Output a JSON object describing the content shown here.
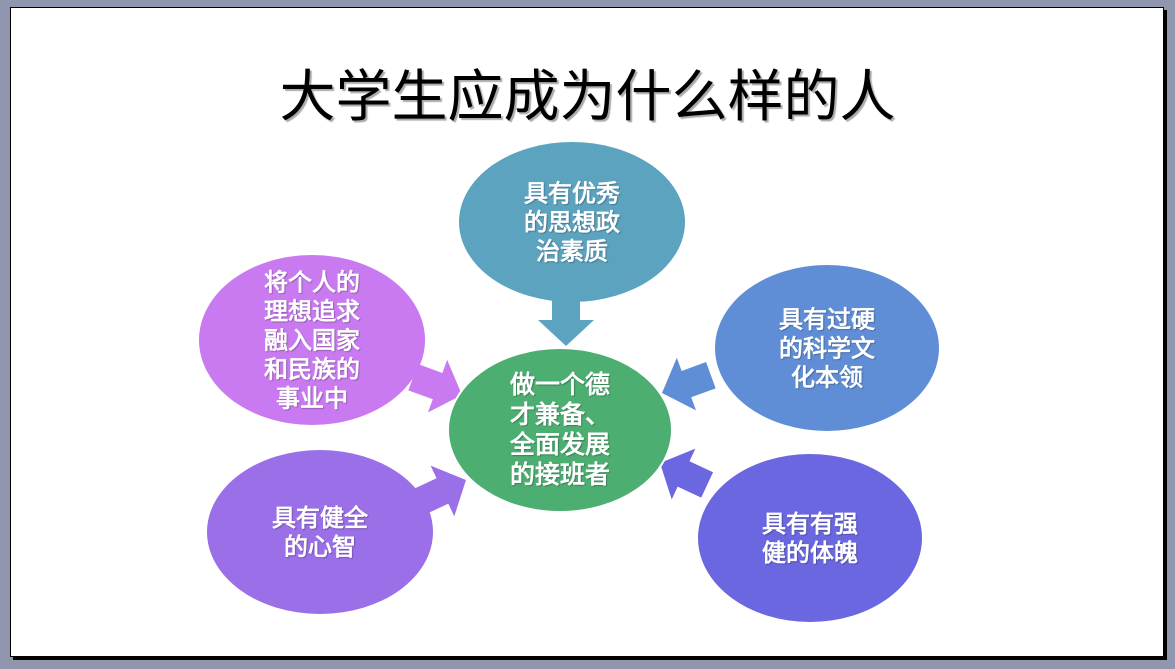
{
  "title": "大学生应成为什么样的人",
  "center": {
    "text": "做一个德才兼备、全面发展的接班者",
    "lines": [
      "做一个德",
      "才兼备、",
      "全面发展",
      "的接班者"
    ],
    "color": "#4DAE72"
  },
  "nodes": [
    {
      "id": "top",
      "lines": [
        "具有优秀",
        "的思想政",
        "治素质"
      ],
      "color": "#5BA3BF"
    },
    {
      "id": "left-top",
      "lines": [
        "将个人的",
        "理想追求",
        "融入国家",
        "和民族的",
        "事业中"
      ],
      "color": "#C97AF0"
    },
    {
      "id": "right-top",
      "lines": [
        "具有过硬",
        "的科学文",
        "化本领"
      ],
      "color": "#5F8ED6"
    },
    {
      "id": "left-bottom",
      "lines": [
        "具有健全",
        "的心智"
      ],
      "color": "#9B6FE8"
    },
    {
      "id": "right-bottom",
      "lines": [
        "具有有强",
        "健的体魄"
      ],
      "color": "#6A67E0"
    }
  ]
}
